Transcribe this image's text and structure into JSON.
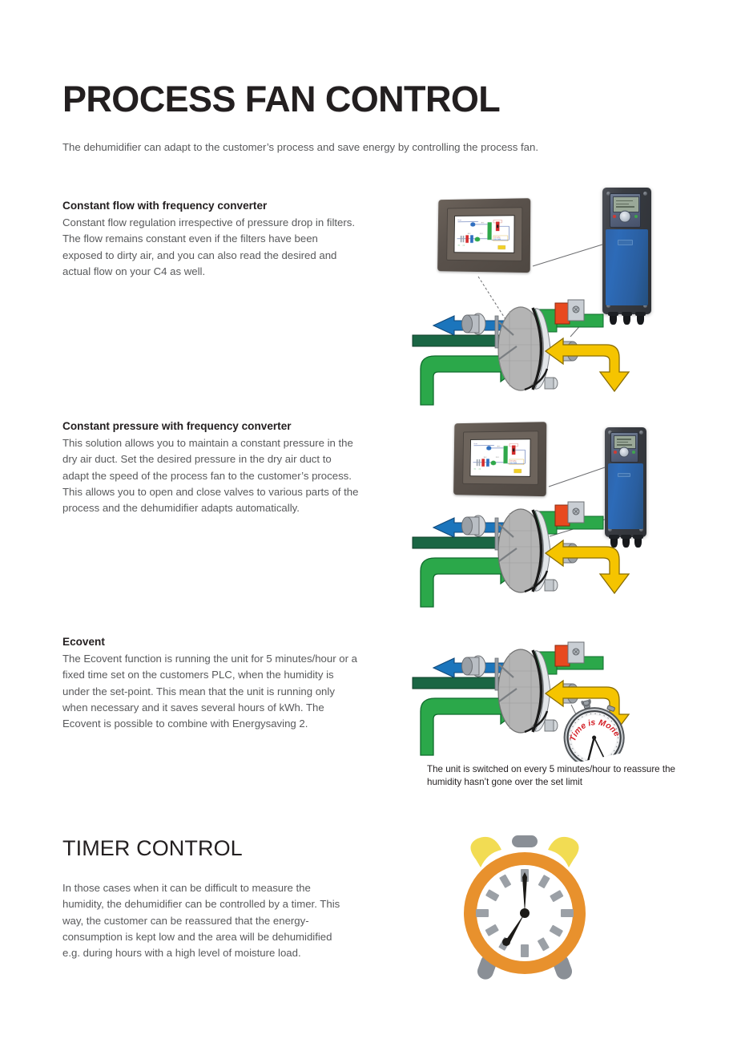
{
  "document": {
    "title": "PROCESS FAN CONTROL",
    "intro": "The dehumidifier can adapt to the customer’s process and save energy by controlling the process fan."
  },
  "sections": [
    {
      "id": "constant-flow",
      "heading": "Constant flow with frequency converter",
      "body": "Constant flow regulation irrespective of pressure drop in filters. The flow remains constant even if the filters have been exposed to dirty air, and you can also read the desired and actual flow on your C4 as well."
    },
    {
      "id": "constant-pressure",
      "heading": "Constant pressure with frequency converter",
      "body": "This solution allows you to maintain a constant pressure in the dry air duct. Set the desired pressure in the dry air duct to adapt the speed of the process fan to the customer’s process. This allows you to open and close valves to various parts of the process and the dehumidifier adapts automatically."
    },
    {
      "id": "ecovent",
      "heading": "Ecovent",
      "body": "The Ecovent function is running the unit for 5 minutes/hour or a fixed time set on the customers PLC, when the humidity is under the set-point. This mean that the unit is running only when necessary and it saves several hours of kWh. The Ecovent is possible to combine with Energysaving 2.",
      "caption": "The unit is switched on every 5 minutes/hour to reassure the humidity hasn’t gone over the set limit"
    }
  ],
  "timer_section": {
    "heading": "TIMER CONTROL",
    "body": "In those cases when it can be difficult to measure the humidity, the dehumidifier can be controlled by a timer. This way, the customer can be reassured that the energy-consumption is kept low and the area will be dehumidified e.g. during hours with a high level of moisture load."
  },
  "illustrations": {
    "hmi_panel": {
      "name": "hmi-touch-panel",
      "bezel_color": "#5a524c",
      "screen_bg": "#fdfdfb"
    },
    "frequency_converter": {
      "name": "frequency-converter",
      "body_color": "#2d6bb8",
      "frame_color": "#3a3d43",
      "keypad_color": "#55617a"
    },
    "dehumidifier_diagram": {
      "name": "desiccant-dehumidifier-airflow-diagram",
      "flows": [
        {
          "label": "process-air-inlet",
          "color": "#2ba84a"
        },
        {
          "label": "process-air-duct",
          "color": "#1a6644"
        },
        {
          "label": "wet-air-outlet",
          "color": "#1b75bc"
        },
        {
          "label": "dry-air-outlet",
          "color": "#f5c400"
        },
        {
          "label": "regeneration-heater",
          "color": "#e8491f"
        }
      ],
      "rotor_color": "#b0b0b0"
    },
    "stopwatch": {
      "name": "stopwatch",
      "face_text": "Time is Money",
      "text_color": "#d4232a"
    },
    "alarm_clock": {
      "name": "alarm-clock",
      "ring_color": "#e8912d",
      "bell_color": "#f2dc53",
      "accent_color": "#8a8f96",
      "hand_color": "#1c1a17",
      "hour": 7,
      "minute": 0
    }
  }
}
